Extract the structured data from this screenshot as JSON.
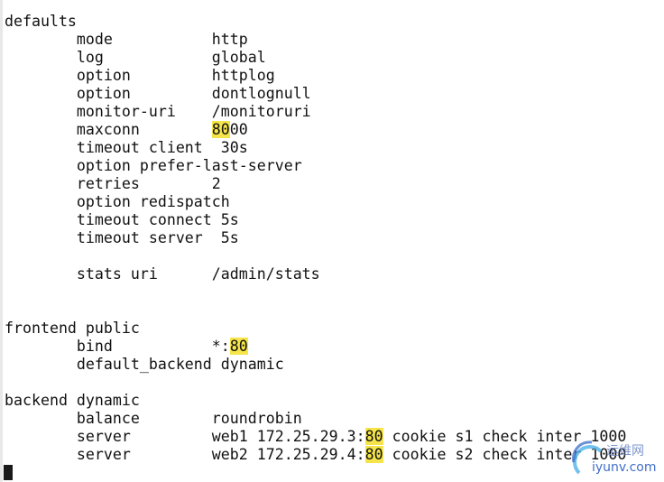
{
  "sections": [
    {
      "header": "defaults",
      "lines": [
        {
          "key": "mode           ",
          "value": [
            {
              "t": "http"
            }
          ]
        },
        {
          "key": "log            ",
          "value": [
            {
              "t": "global"
            }
          ]
        },
        {
          "key": "option         ",
          "value": [
            {
              "t": "httplog"
            }
          ]
        },
        {
          "key": "option         ",
          "value": [
            {
              "t": "dontlognull"
            }
          ]
        },
        {
          "key": "monitor-uri    ",
          "value": [
            {
              "t": "/monitoruri"
            }
          ]
        },
        {
          "key": "maxconn        ",
          "value": [
            {
              "t": "80",
              "hl": true
            },
            {
              "t": "00"
            }
          ]
        },
        {
          "key": "timeout client  ",
          "value": [
            {
              "t": "30s"
            }
          ]
        },
        {
          "key": "option prefer-last-server",
          "value": []
        },
        {
          "key": "retries        ",
          "value": [
            {
              "t": "2"
            }
          ]
        },
        {
          "key": "option redispatch",
          "value": []
        },
        {
          "key": "timeout connect ",
          "value": [
            {
              "t": "5s"
            }
          ]
        },
        {
          "key": "timeout server  ",
          "value": [
            {
              "t": "5s"
            }
          ]
        },
        {
          "blank": true
        },
        {
          "key": "stats uri      ",
          "value": [
            {
              "t": "/admin/stats"
            }
          ]
        }
      ]
    },
    {
      "blank": true
    },
    {
      "blank": true
    },
    {
      "header": "frontend public",
      "lines": [
        {
          "key": "bind           ",
          "value": [
            {
              "t": "*:"
            },
            {
              "t": "80",
              "hl": true
            }
          ]
        },
        {
          "key": "default_backend ",
          "value": [
            {
              "t": "dynamic"
            }
          ]
        }
      ]
    },
    {
      "blank": true
    },
    {
      "header": "backend dynamic",
      "lines": [
        {
          "key": "balance        ",
          "value": [
            {
              "t": "roundrobin"
            }
          ]
        },
        {
          "key": "server         ",
          "value": [
            {
              "t": "web1 172.25.29.3:"
            },
            {
              "t": "80",
              "hl": true
            },
            {
              "t": " cookie s1 check inter 1000"
            }
          ]
        },
        {
          "key": "server         ",
          "value": [
            {
              "t": "web2 172.25.29.4:"
            },
            {
              "t": "80",
              "hl": true
            },
            {
              "t": " cookie s2 check inter 1000"
            }
          ]
        }
      ]
    }
  ],
  "indent": "        ",
  "watermark": {
    "cn": "运维网",
    "domain": "iyunv.com"
  },
  "colors": {
    "highlight": "#f5e54a",
    "text": "#111111",
    "background": "#ffffff",
    "watermark": "#2d5fc4"
  }
}
